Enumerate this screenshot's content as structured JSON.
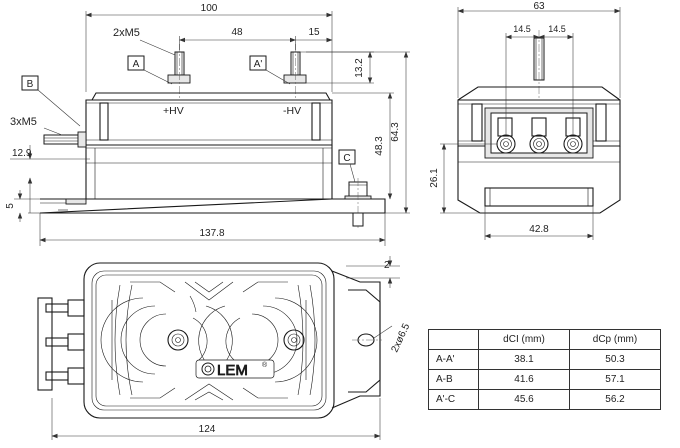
{
  "front_view": {
    "dims": {
      "length": "100",
      "terminal_spacing": "48",
      "terminal_offset": "15",
      "terminal_height": "13.2",
      "body_height": "48.3",
      "total_height": "64.3",
      "aux_height": "12.9",
      "base_thickness": "5",
      "overall_length": "137.8"
    },
    "labels": {
      "screws_top": "2xM5",
      "screws_side": "3xM5",
      "point_a": "A",
      "point_a_prime": "A'",
      "point_b": "B",
      "point_c": "C",
      "plus_hv": "+HV",
      "minus_hv": "-HV"
    }
  },
  "side_view": {
    "dims": {
      "width": "63",
      "pitch_left": "14.5",
      "pitch_right": "14.5",
      "height": "26.1",
      "base_width": "42.8"
    }
  },
  "top_view": {
    "dims": {
      "length": "124",
      "edge": "2",
      "hole": "2xø6.5"
    },
    "logo_text": "LEM",
    "logo_mark": "®"
  },
  "clearance_table": {
    "headers": [
      "",
      "dCI (mm)",
      "dCp (mm)"
    ],
    "rows": [
      [
        "A-A'",
        "38.1",
        "50.3"
      ],
      [
        "A-B",
        "41.6",
        "57.1"
      ],
      [
        "A'-C",
        "45.6",
        "56.2"
      ]
    ]
  }
}
